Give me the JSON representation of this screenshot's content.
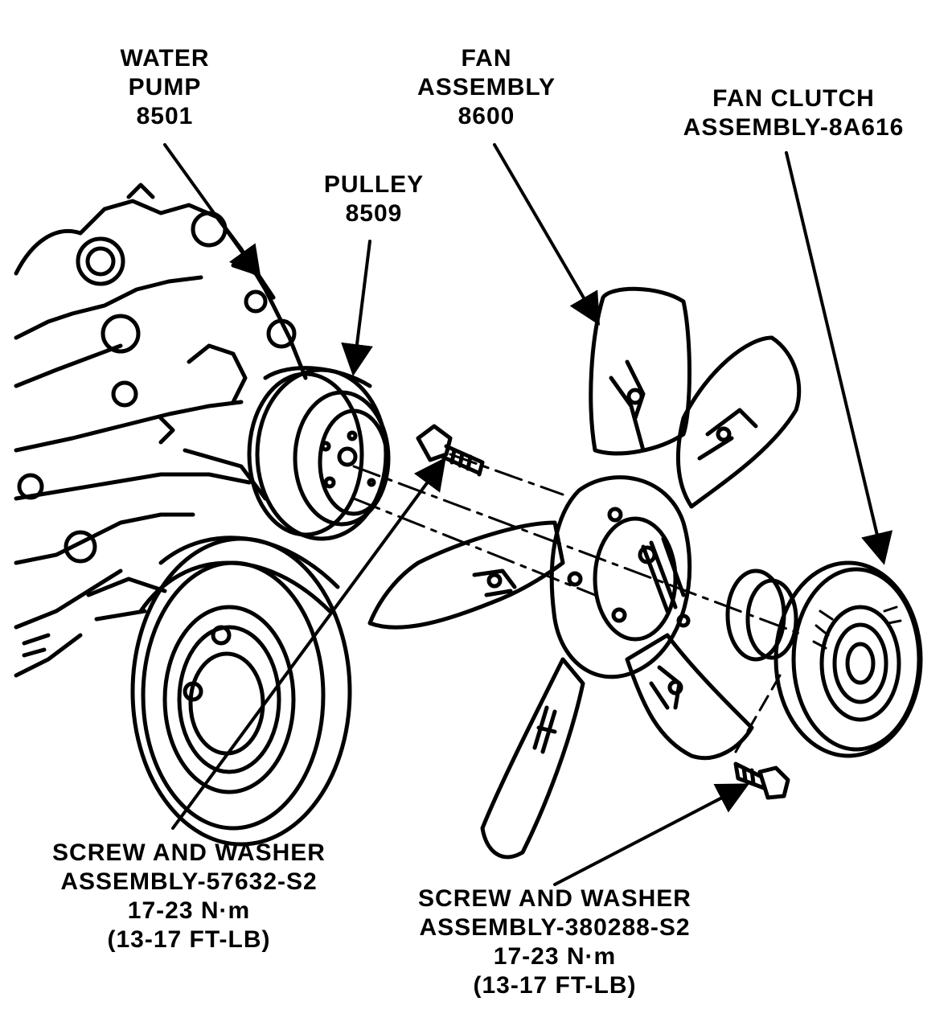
{
  "colors": {
    "ink": "#000000",
    "paper": "#ffffff"
  },
  "labels": {
    "water_pump": {
      "line1": "WATER",
      "line2": "PUMP",
      "line3": "8501"
    },
    "pulley": {
      "line1": "PULLEY",
      "line2": "8509"
    },
    "fan_assembly": {
      "line1": "FAN",
      "line2": "ASSEMBLY",
      "line3": "8600"
    },
    "fan_clutch": {
      "line1": "FAN CLUTCH",
      "line2": "ASSEMBLY-8A616"
    },
    "screw_1": {
      "line1": "SCREW AND WASHER",
      "line2": "ASSEMBLY-57632-S2",
      "line3": "17-23 N·m",
      "line4": "(13-17 FT-LB)"
    },
    "screw_2": {
      "line1": "SCREW AND WASHER",
      "line2": "ASSEMBLY-380288-S2",
      "line3": "17-23 N·m",
      "line4": "(13-17 FT-LB)"
    }
  }
}
